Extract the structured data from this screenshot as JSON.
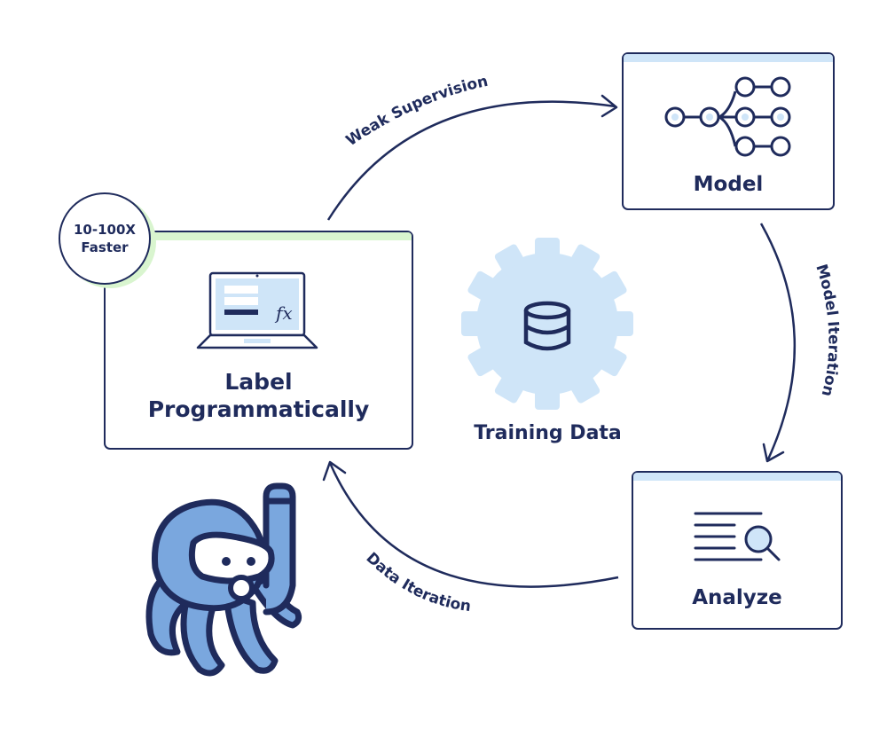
{
  "badge": {
    "line1": "10-100X",
    "line2": "Faster"
  },
  "cards": {
    "label_programmatically": {
      "title_line1": "Label",
      "title_line2": "Programmatically"
    },
    "model": {
      "title": "Model"
    },
    "analyze": {
      "title": "Analyze"
    }
  },
  "center": {
    "label": "Training Data"
  },
  "flows": {
    "weak_supervision": "Weak Supervision",
    "model_iteration": "Model Iteration",
    "data_iteration": "Data Iteration"
  },
  "icons": {
    "laptop": "laptop-icon",
    "function": "fx-icon",
    "model": "neural-network-icon",
    "analyze": "document-search-icon",
    "database": "database-icon",
    "gear": "gear-icon",
    "mascot": "octopus-snorkel-icon"
  },
  "colors": {
    "navy": "#1f2b5c",
    "light_blue": "#cfe5f8",
    "mascot_blue": "#7aa7de",
    "badge_shadow": "#d9f5cf"
  }
}
